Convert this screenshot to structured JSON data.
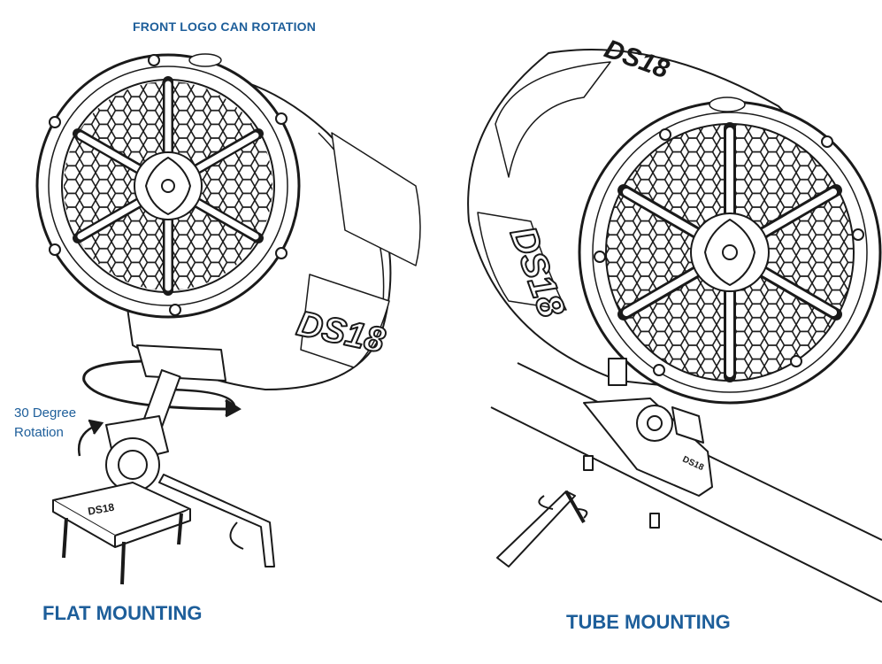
{
  "captions": {
    "front_logo": "FRONT LOGO CAN ROTATION",
    "rotation_line1": "30 Degree",
    "rotation_line2": "Rotation",
    "flat_mounting": "FLAT MOUNTING",
    "tube_mounting": "TUBE MOUNTING"
  },
  "logos": {
    "brand_mark": "DS18"
  },
  "colors": {
    "caption_blue": "#1d5e9a",
    "line_dark": "#1a1a1a"
  }
}
